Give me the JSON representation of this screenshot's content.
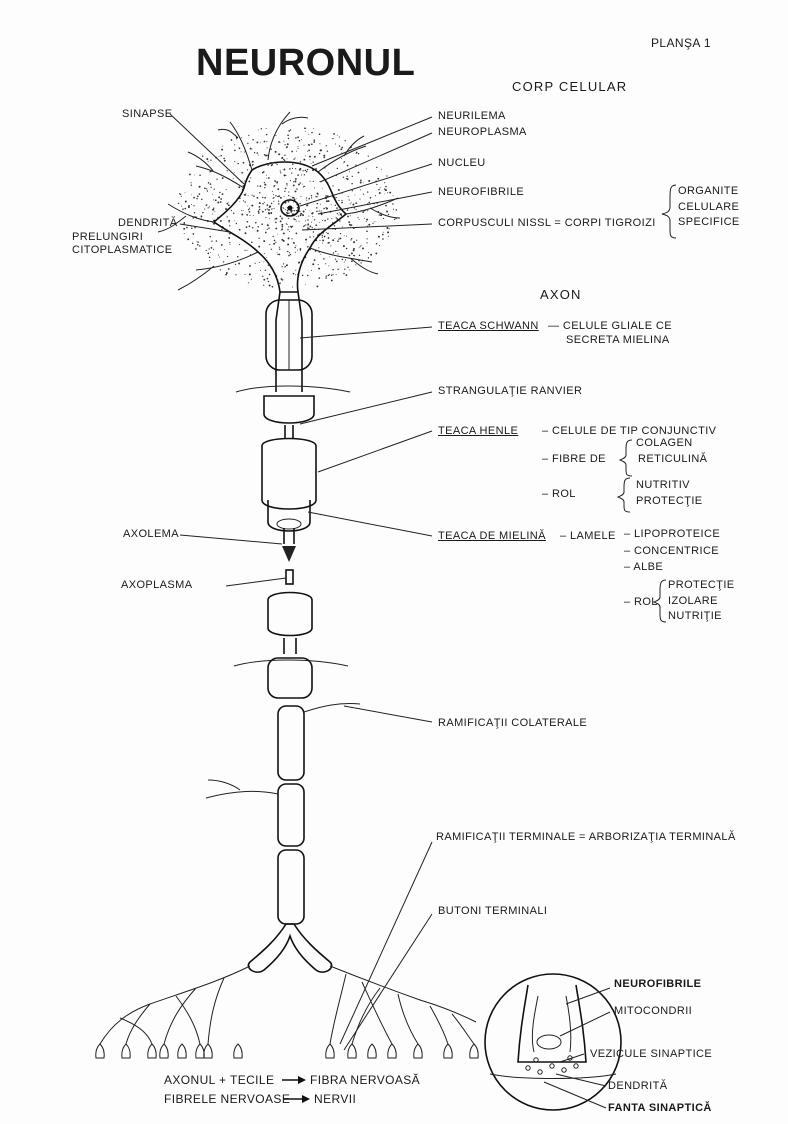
{
  "header": {
    "title": "NEURONUL",
    "plate": "PLANŞA 1"
  },
  "sections": {
    "corp_celular": "CORP CELULAR",
    "axon": "AXON"
  },
  "labels_left": {
    "sinapse": "SINAPSE",
    "dendrita": "DENDRITĂ",
    "prelungiri": "PRELUNGIRI",
    "citoplasmatice": "CITOPLASMATICE",
    "axolema": "AXOLEMA",
    "axoplasma": "AXOPLASMA"
  },
  "corp_labels": {
    "neurilema": "NEURILEMA",
    "neuroplasma": "NEUROPLASMA",
    "nucleu": "NUCLEU",
    "neurofibrile": "NEUROFIBRILE",
    "corpusculi": "CORPUSCULI   NISSL  =  CORPI  TIGROIZI",
    "organite": [
      "ORGANITE",
      "CELULARE",
      "SPECIFICE"
    ]
  },
  "axon_labels": {
    "teaca_schwann": "TEACA  SCHWANN",
    "schwann_desc": "— CELULE  GLIALE  CE",
    "schwann_desc2": "SECRETA  MIELINA",
    "strangulatie": "STRANGULAŢIE  RANVIER",
    "teaca_henle": "TEACA  HENLE",
    "henle_celule": "– CELULE  DE  TIP  CONJUNCTIV",
    "henle_fibre": "– FIBRE  DE",
    "henle_fibre_items": [
      "COLAGEN",
      "RETICULINĂ"
    ],
    "henle_rol": "– ROL",
    "henle_rol_items": [
      "NUTRITIV",
      "PROTECŢIE"
    ],
    "teaca_mielina": "TEACA  DE  MIELINĂ",
    "mielina_lamele": "– LAMELE",
    "mielina_items": [
      "– LIPOPROTEICE",
      "– CONCENTRICE",
      "– ALBE"
    ],
    "mielina_rol": "– ROL",
    "mielina_rol_items": [
      "PROTECŢIE",
      "IZOLARE",
      "NUTRIŢIE"
    ],
    "ramificatii_colaterale": "RAMIFICAŢII  COLATERALE",
    "ramificatii_terminale": "RAMIFICAŢII  TERMINALE = ARBORIZAŢIA  TERMINALĂ",
    "butoni": "BUTONI  TERMINALI"
  },
  "synapse_labels": {
    "neurofibrile": "NEUROFIBRILE",
    "mitocondrii": "MITOCONDRII",
    "vezicule": "VEZICULE  SINAPTICE",
    "dendrita": "DENDRITĂ",
    "fanta": "FANTA  SINAPTICĂ"
  },
  "footer": {
    "line1_left": "AXONUL + TECILE",
    "line1_right": "FIBRA  NERVOASĂ",
    "line2_left": "FIBRELE  NERVOASE",
    "line2_right": "NERVII"
  },
  "colors": {
    "ink": "#1a1a1a",
    "paper": "#fdfdfd"
  }
}
